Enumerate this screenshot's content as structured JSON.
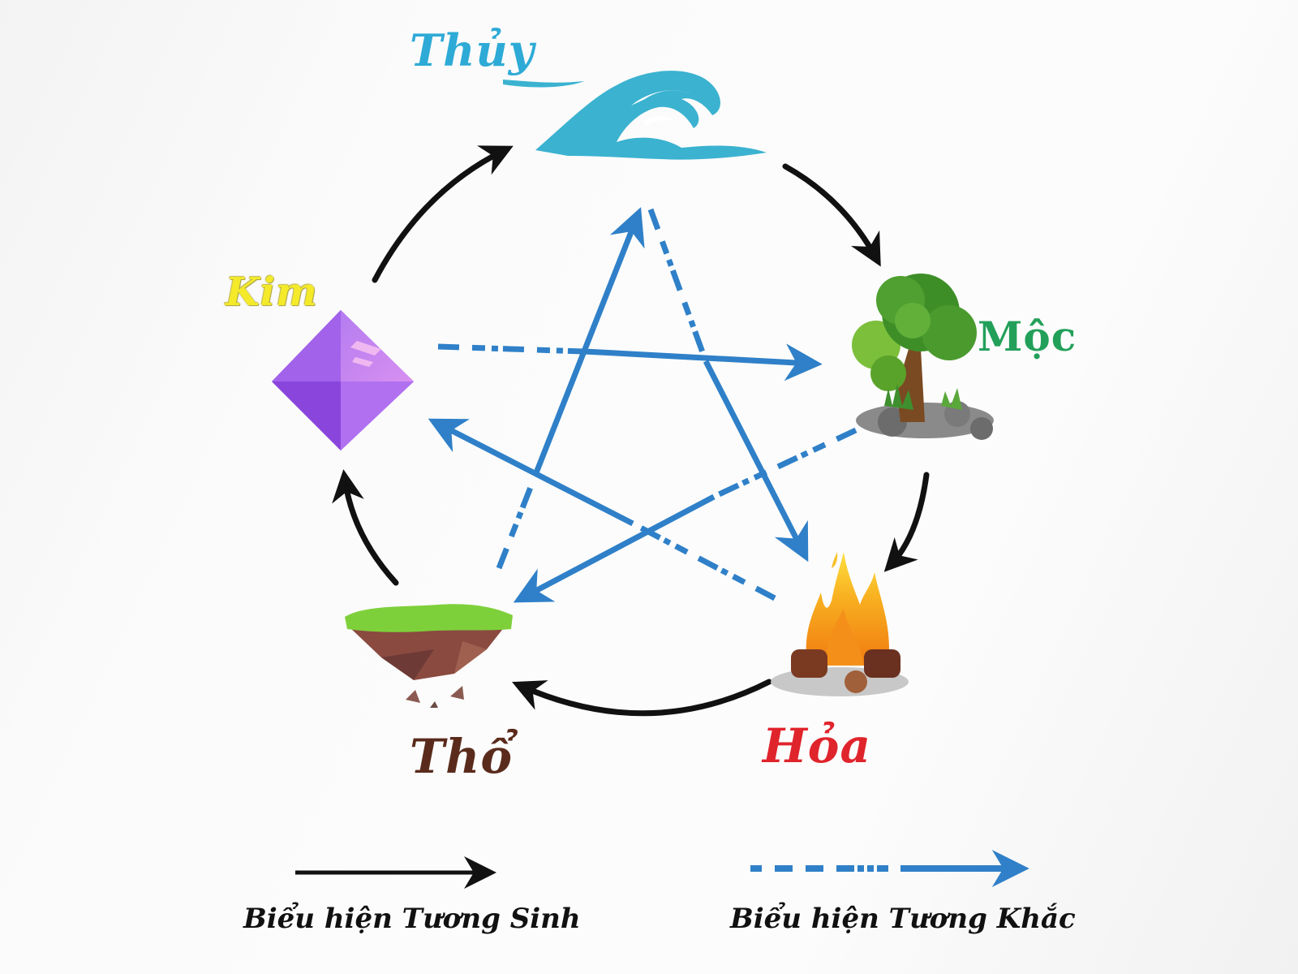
{
  "elements": {
    "thuy": {
      "label": "Thủy",
      "icon": "wave-icon",
      "color": "#2eaad6"
    },
    "moc": {
      "label": "Mộc",
      "icon": "tree-icon",
      "color": "#22a05a"
    },
    "hoa": {
      "label": "Hỏa",
      "icon": "fire-icon",
      "color": "#e0242c"
    },
    "tho": {
      "label": "Thổ",
      "icon": "floating-earth-icon",
      "color": "#5a2b1c"
    },
    "kim": {
      "label": "Kim",
      "icon": "gem-icon",
      "color": "#f4ea2a"
    }
  },
  "cycles": {
    "tuong_sinh": {
      "style": "solid-black-curved-arrow",
      "color": "#111111",
      "order": [
        "Thủy",
        "Mộc",
        "Hỏa",
        "Thổ",
        "Kim",
        "Thủy"
      ]
    },
    "tuong_khac": {
      "style": "dash-dot-blue-arrow",
      "color": "#2f80c8",
      "pairs": [
        [
          "Thổ",
          "Thủy"
        ],
        [
          "Thủy",
          "Hỏa"
        ],
        [
          "Hỏa",
          "Kim"
        ],
        [
          "Kim",
          "Mộc"
        ],
        [
          "Mộc",
          "Thổ"
        ]
      ]
    }
  },
  "legend": {
    "sinh": {
      "label": "Biểu hiện Tương Sinh",
      "color": "#111111"
    },
    "khac": {
      "label": "Biểu hiện Tương Khắc",
      "color": "#2f80c8"
    }
  }
}
